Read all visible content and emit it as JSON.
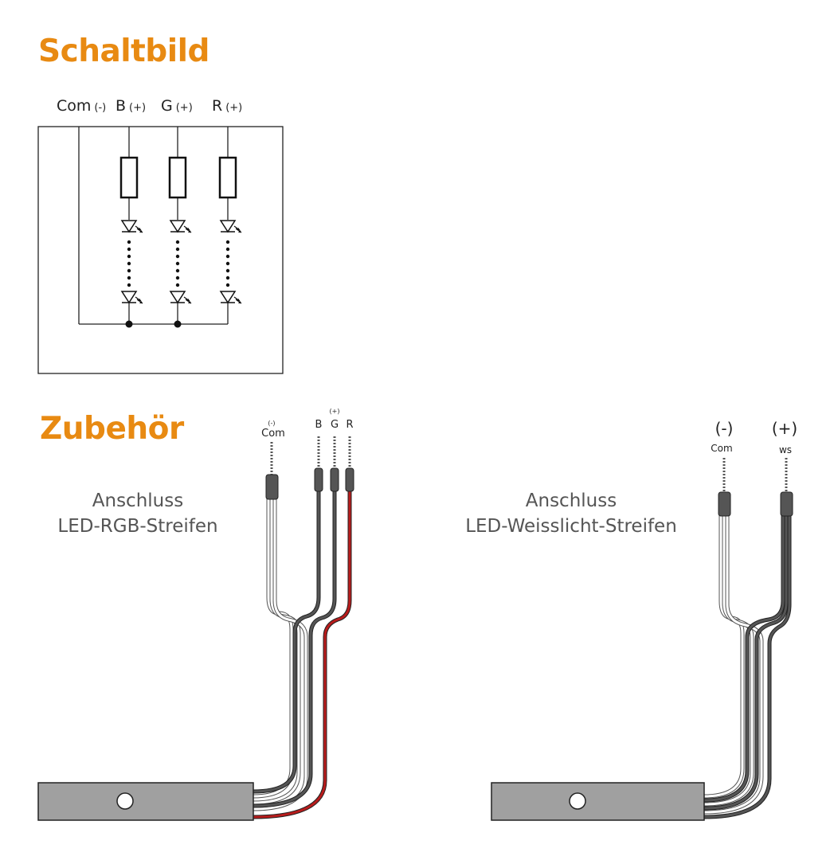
{
  "colors": {
    "heading": "#e88a12",
    "wire_red": "#b81c1c",
    "wire_dark": "#444444",
    "wire_white": "#ffffff",
    "strip": "#a0a0a0"
  },
  "schaltbild": {
    "title": "Schaltbild",
    "labels": [
      {
        "main": "Com",
        "sub": "(-)"
      },
      {
        "main": "B",
        "sub": "(+)"
      },
      {
        "main": "G",
        "sub": "(+)"
      },
      {
        "main": "R",
        "sub": "(+)"
      }
    ]
  },
  "zubehoer": {
    "title": "Zubehör",
    "rgb": {
      "caption_line1": "Anschluss",
      "caption_line2": "LED-RGB-Streifen",
      "wire_labels": [
        {
          "sup": "(-)",
          "main": "Com"
        },
        {
          "sup": "",
          "main": "B"
        },
        {
          "sup": "(+)",
          "main": "G"
        },
        {
          "sup": "",
          "main": "R"
        }
      ]
    },
    "white": {
      "caption_line1": "Anschluss",
      "caption_line2": "LED-Weisslicht-Streifen",
      "wire_labels": [
        {
          "top": "(-)",
          "bottom": "Com"
        },
        {
          "top": "(+)",
          "bottom": "ws"
        }
      ]
    }
  }
}
